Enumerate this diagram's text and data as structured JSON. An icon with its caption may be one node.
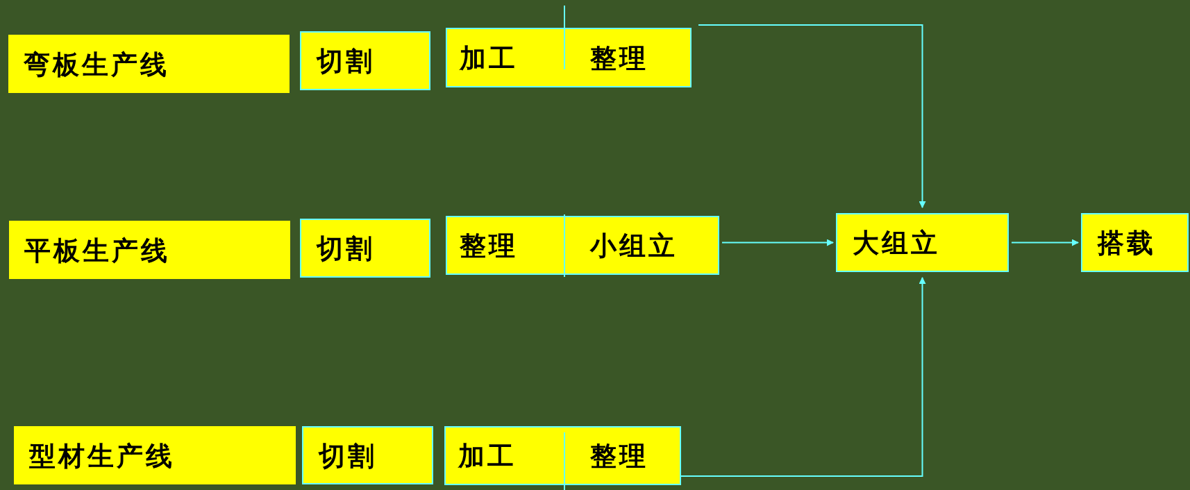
{
  "diagram": {
    "nodes": [
      {
        "text": [
          "弯板生产线"
        ]
      },
      {
        "text": [
          "切割"
        ]
      },
      {
        "text": [
          "加工",
          "整理"
        ]
      },
      {
        "text": [
          "平板生产线"
        ]
      },
      {
        "text": [
          "切割"
        ]
      },
      {
        "text": [
          "整理",
          "小组立"
        ]
      },
      {
        "text": [
          "大组立"
        ]
      },
      {
        "text": [
          "搭载"
        ]
      },
      {
        "text": [
          "型材生产线"
        ]
      },
      {
        "text": [
          "切割"
        ]
      },
      {
        "text": [
          "加工",
          "整理"
        ]
      }
    ],
    "edges": [
      {
        "from": 2,
        "to": 6,
        "arrow": "to"
      },
      {
        "from": 5,
        "to": 6,
        "arrow": "to"
      },
      {
        "from": 6,
        "to": 7,
        "arrow": "to"
      },
      {
        "from": 10,
        "to": 6,
        "arrow": "to"
      }
    ]
  }
}
